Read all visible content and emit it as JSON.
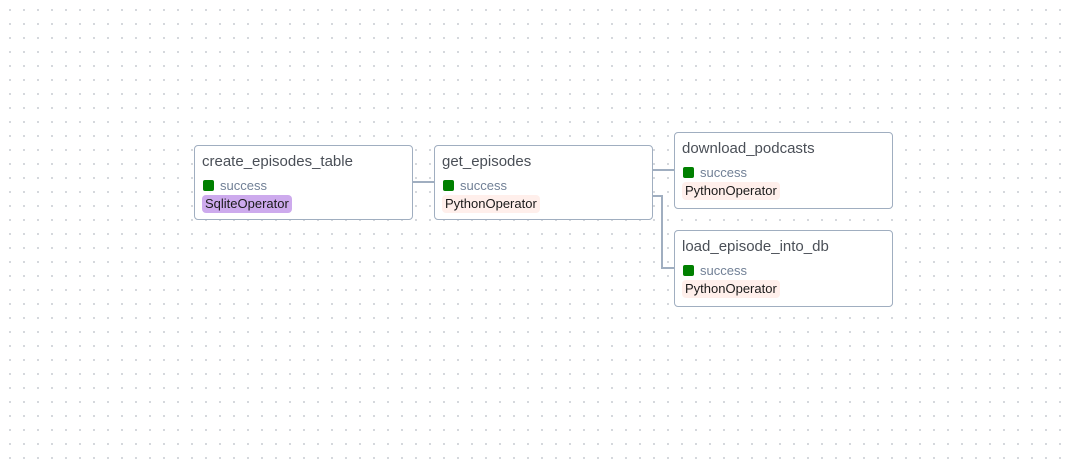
{
  "graph": {
    "tasks": [
      {
        "id": "create_episodes_table",
        "state": "success",
        "operator": "SqliteOperator",
        "operator_color": "#cdaaed",
        "state_color": "#008000"
      },
      {
        "id": "get_episodes",
        "state": "success",
        "operator": "PythonOperator",
        "operator_color": "#ffefeb",
        "state_color": "#008000"
      },
      {
        "id": "download_podcasts",
        "state": "success",
        "operator": "PythonOperator",
        "operator_color": "#ffefeb",
        "state_color": "#008000"
      },
      {
        "id": "load_episode_into_db",
        "state": "success",
        "operator": "PythonOperator",
        "operator_color": "#ffefeb",
        "state_color": "#008000"
      }
    ],
    "edges": [
      {
        "from": "create_episodes_table",
        "to": "get_episodes"
      },
      {
        "from": "get_episodes",
        "to": "download_podcasts"
      },
      {
        "from": "get_episodes",
        "to": "load_episode_into_db"
      }
    ]
  }
}
